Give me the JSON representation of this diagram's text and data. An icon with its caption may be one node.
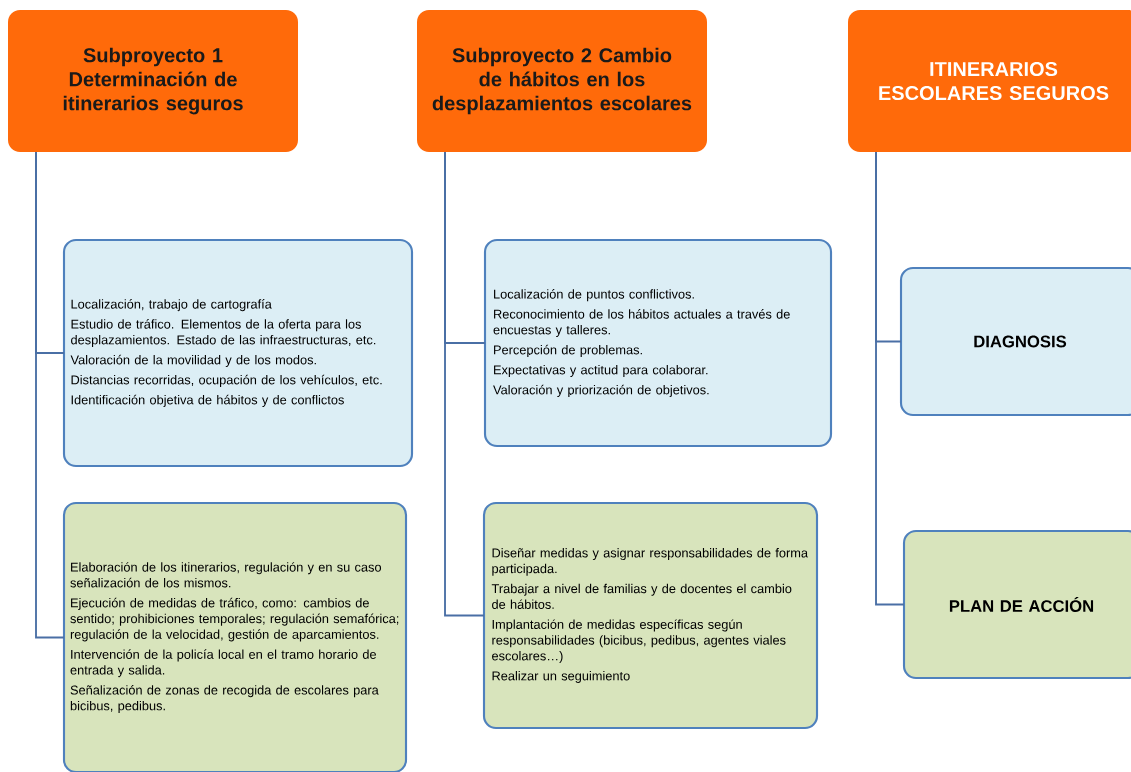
{
  "diagram": {
    "nodes": [
      {
        "text": [
          "Subproyecto 1 Determinación de itinerarios seguros"
        ]
      },
      {
        "text": [
          "Localización, trabajo de cartografía",
          "Estudio de tráfico. Elementos de la oferta para los desplazamientos. Estado de  las infraestructuras, etc.",
          "Valoración de la movilidad y de los modos.",
          "Distancias recorridas, ocupación de los vehículos, etc.",
          "Identificación objetiva de hábitos y de conflictos"
        ]
      },
      {
        "text": [
          "Elaboración de los itinerarios, regulación y en su caso señalización de los mismos.",
          "Ejecución de medidas de tráfico, como: cambios de sentido; prohibiciones temporales; regulación semafórica; regulación de la velocidad, gestión de aparcamientos.",
          "Intervención  de la policía local en el tramo horario de entrada y salida.",
          "Señalización de zonas de recogida de escolares para bicibus, pedibus."
        ]
      },
      {
        "text": [
          "Subproyecto 2 Cambio de hábitos en los desplazamientos escolares"
        ]
      },
      {
        "text": [
          "Localización de puntos conflictivos.",
          "Reconocimiento de los hábitos actuales a través de encuestas y talleres.",
          "Percepción de problemas.",
          "Expectativas y actitud para colaborar.",
          "Valoración y priorización de objetivos."
        ]
      },
      {
        "text": [
          "Diseñar medidas y asignar responsabilidades de forma participada.",
          "Trabajar a nivel de familias y de docentes el cambio de hábitos.",
          "Implantación de medidas específicas según responsabilidades (bicibus, pedibus, agentes viales escolares…)",
          "Realizar un seguimiento"
        ]
      },
      {
        "text": [
          "ITINERARIOS ESCOLARES SEGUROS"
        ]
      },
      {
        "text": [
          "DIAGNOSIS"
        ]
      },
      {
        "text": [
          "PLAN DE ACCIÓN"
        ]
      }
    ],
    "edges": [
      {
        "from": 0,
        "to": 1,
        "arrow": "none"
      },
      {
        "from": 0,
        "to": 2,
        "arrow": "none"
      },
      {
        "from": 3,
        "to": 4,
        "arrow": "none"
      },
      {
        "from": 3,
        "to": 5,
        "arrow": "none"
      },
      {
        "from": 6,
        "to": 7,
        "arrow": "none"
      },
      {
        "from": 6,
        "to": 8,
        "arrow": "none"
      }
    ]
  }
}
